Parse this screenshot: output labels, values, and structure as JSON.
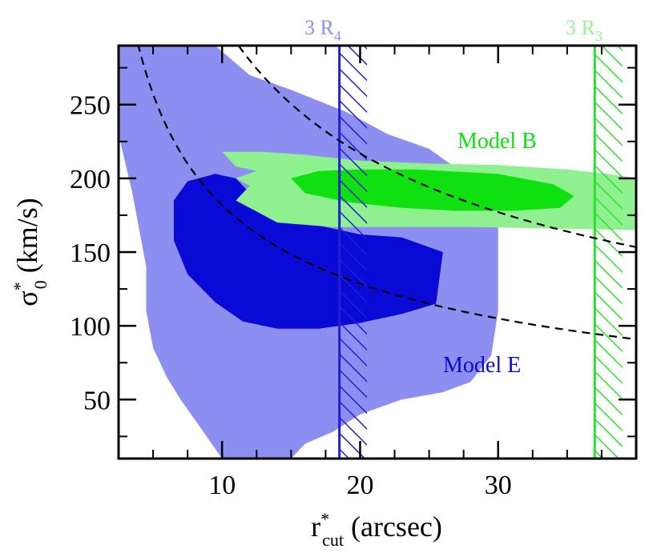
{
  "chart_data": {
    "type": "contour",
    "xlabel": {
      "main": "r",
      "sup": "*",
      "sub": "cut",
      "rest": " (arcsec)"
    },
    "ylabel": {
      "main": "σ",
      "sup": "*",
      "sub": "0",
      "rest": " (km/s)"
    },
    "xlim": [
      2.5,
      40
    ],
    "ylim": [
      10,
      290
    ],
    "xticks": [
      10,
      20,
      30
    ],
    "xtick_labels": [
      "10",
      "20",
      "30"
    ],
    "yticks": [
      50,
      100,
      150,
      200,
      250
    ],
    "ytick_labels": [
      "50",
      "100",
      "150",
      "200",
      "250"
    ],
    "x_minor_ticks": [
      5,
      7.5,
      12.5,
      15,
      17.5,
      22.5,
      25,
      27.5,
      32.5,
      35,
      37.5
    ],
    "y_minor_ticks": [
      25,
      75,
      125,
      175,
      225,
      275
    ],
    "colors": {
      "model_e_outer": "#8c8ef0",
      "model_e_inner": "#0a0ad6",
      "model_b_outer": "#8ff08f",
      "model_b_inner": "#0fe00f",
      "r4_line": "#2020d0",
      "r3_line": "#2ee02e",
      "r4_label": "#8c8ef0",
      "r3_label": "#9af09a",
      "dashed": "#000000"
    },
    "annotations": {
      "model_b": "Model B",
      "model_e": "Model E",
      "r4_label": {
        "prefix": "3 R",
        "sub": "4"
      },
      "r3_label": {
        "prefix": "3 R",
        "sub": "3"
      }
    },
    "vertical_lines": [
      {
        "name": "3 R4",
        "x": 18.5,
        "band": [
          18.5,
          20.5
        ]
      },
      {
        "name": "3 R3",
        "x": 37.0,
        "band": [
          37.0,
          39.0
        ]
      }
    ],
    "series": [
      {
        "name": "Model E",
        "level": "outer",
        "polygon": [
          [
            2.5,
            290
          ],
          [
            9.5,
            290
          ],
          [
            12,
            270
          ],
          [
            15,
            260
          ],
          [
            19,
            245
          ],
          [
            22,
            230
          ],
          [
            25,
            220
          ],
          [
            28,
            200
          ],
          [
            30,
            180
          ],
          [
            30,
            110
          ],
          [
            29.5,
            80
          ],
          [
            28,
            62
          ],
          [
            26,
            55
          ],
          [
            23,
            50
          ],
          [
            20,
            40
          ],
          [
            18,
            28
          ],
          [
            16,
            20
          ],
          [
            15,
            10
          ],
          [
            10,
            10
          ],
          [
            8.5,
            30
          ],
          [
            7,
            50
          ],
          [
            6,
            65
          ],
          [
            5,
            85
          ],
          [
            4.5,
            110
          ],
          [
            4.5,
            140
          ],
          [
            3.5,
            190
          ],
          [
            2.5,
            230
          ]
        ]
      },
      {
        "name": "Model E",
        "level": "inner",
        "polygon": [
          [
            6.5,
            185
          ],
          [
            7.5,
            198
          ],
          [
            9.5,
            203
          ],
          [
            11,
            200
          ],
          [
            12,
            190
          ],
          [
            14,
            178
          ],
          [
            17,
            168
          ],
          [
            20,
            162
          ],
          [
            23,
            160
          ],
          [
            26,
            150
          ],
          [
            25.5,
            115
          ],
          [
            23,
            108
          ],
          [
            20,
            102
          ],
          [
            17,
            98
          ],
          [
            14,
            98
          ],
          [
            11.5,
            103
          ],
          [
            9.5,
            116
          ],
          [
            7.5,
            135
          ],
          [
            6.5,
            158
          ]
        ]
      },
      {
        "name": "Model B",
        "level": "outer",
        "polygon": [
          [
            10,
            218
          ],
          [
            13,
            218
          ],
          [
            16,
            216
          ],
          [
            20,
            212
          ],
          [
            25,
            210
          ],
          [
            30,
            209
          ],
          [
            35,
            206
          ],
          [
            38,
            203
          ],
          [
            40,
            200
          ],
          [
            40,
            165
          ],
          [
            34,
            166
          ],
          [
            28,
            167
          ],
          [
            22,
            167
          ],
          [
            18,
            167
          ],
          [
            14,
            170
          ],
          [
            11,
            185
          ],
          [
            12,
            195
          ],
          [
            11,
            200
          ],
          [
            12.5,
            205
          ],
          [
            11,
            208
          ]
        ]
      },
      {
        "name": "Model B",
        "level": "inner",
        "polygon": [
          [
            15,
            200
          ],
          [
            17,
            205
          ],
          [
            20,
            206
          ],
          [
            24,
            206
          ],
          [
            30,
            203
          ],
          [
            34,
            196
          ],
          [
            35.5,
            188
          ],
          [
            34.5,
            180
          ],
          [
            31,
            178
          ],
          [
            27,
            178
          ],
          [
            23,
            180
          ],
          [
            19,
            184
          ],
          [
            16,
            190
          ]
        ]
      },
      {
        "name": "degeneracy curve 1",
        "style": "dashed",
        "function": "sigma = 575 / sqrt(r)",
        "x_range": [
          3.9,
          40
        ]
      },
      {
        "name": "degeneracy curve 2",
        "style": "dashed",
        "function": "sigma = 970 / sqrt(r)",
        "x_range": [
          11.2,
          40
        ]
      }
    ]
  }
}
